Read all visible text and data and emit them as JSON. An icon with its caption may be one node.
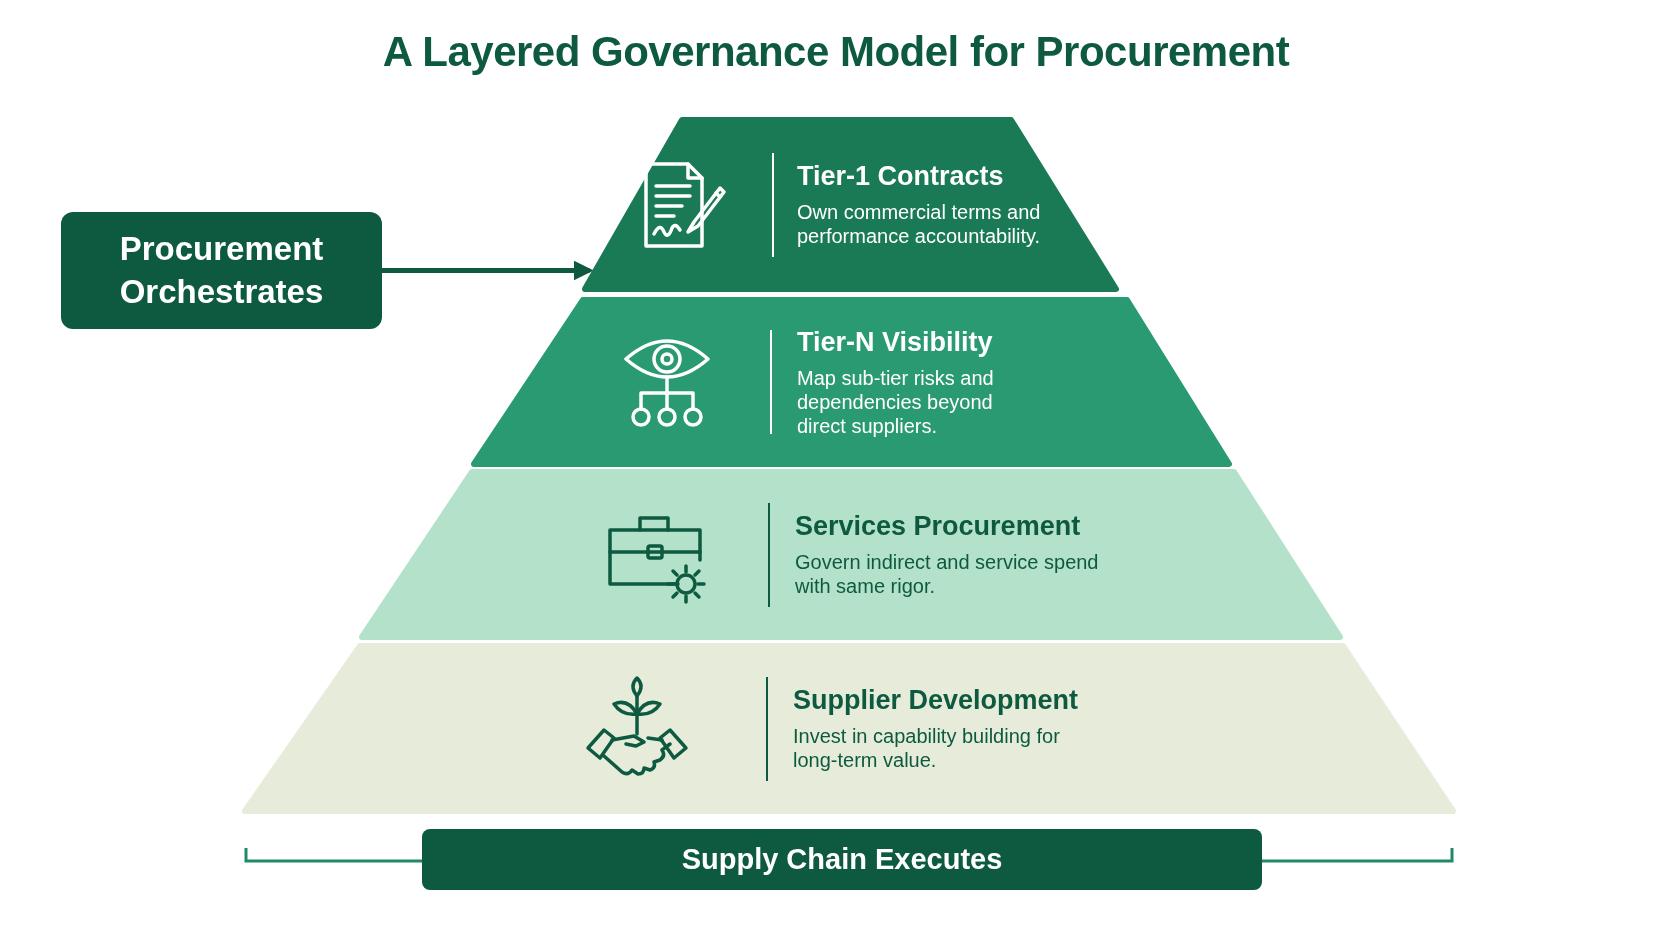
{
  "diagram": {
    "title": "A Layered Governance Model for Procurement",
    "nodes": [
      {
        "text": [
          "Procurement Orchestrates"
        ]
      },
      {
        "text": [
          "Tier-1 Contracts",
          "Own commercial terms and performance accountability."
        ]
      },
      {
        "text": [
          "Tier-N Visibility",
          "Map sub-tier risks and dependencies beyond direct suppliers."
        ]
      },
      {
        "text": [
          "Services Procurement",
          "Govern indirect and service spend with same rigor."
        ]
      },
      {
        "text": [
          "Supplier Development",
          "Invest in capability building for long-term value."
        ]
      },
      {
        "text": [
          "Supply Chain Executes"
        ]
      }
    ],
    "edges": [
      {
        "from": 0,
        "to": 1,
        "arrow": "to"
      }
    ]
  }
}
